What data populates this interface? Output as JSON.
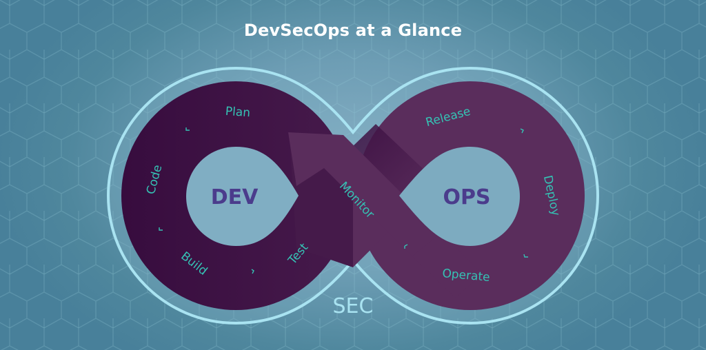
{
  "title": "DevSecOps at a Glance",
  "hubs": {
    "dev": "DEV",
    "ops": "OPS",
    "sec": "SEC"
  },
  "stages": {
    "plan": "Plan",
    "code": "Code",
    "build": "Build",
    "test": "Test",
    "monitor": "Monitor",
    "release": "Release",
    "deploy": "Deploy",
    "operate": "Operate"
  },
  "colors": {
    "background_edge": "#48809a",
    "background_center": "#86afc4",
    "dev_loop": "#3c1242",
    "ops_loop": "#5a2d5c",
    "outline": "#a9e3f1",
    "stage_text": "#35c2b4",
    "hub_text": "#4b3c8c"
  }
}
